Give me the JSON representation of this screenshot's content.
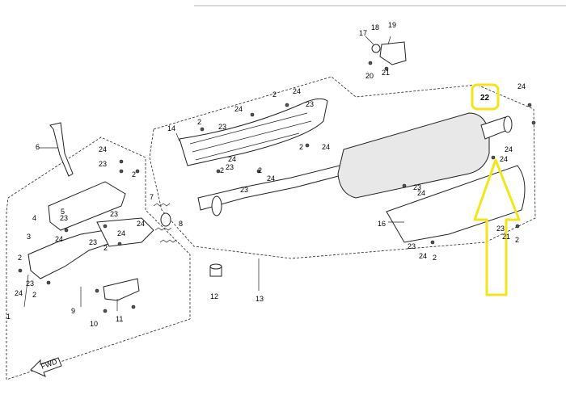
{
  "diagram": {
    "highlight_color": "#f2e61a",
    "highlighted_part": "22",
    "fwd_label": "FWD",
    "callouts": [
      {
        "id": "c1",
        "text": "1"
      },
      {
        "id": "c2a",
        "text": "2"
      },
      {
        "id": "c2b",
        "text": "2"
      },
      {
        "id": "c2c",
        "text": "2"
      },
      {
        "id": "c2d",
        "text": "2"
      },
      {
        "id": "c2e",
        "text": "2"
      },
      {
        "id": "c2f",
        "text": "2"
      },
      {
        "id": "c2g",
        "text": "2"
      },
      {
        "id": "c2h",
        "text": "2"
      },
      {
        "id": "c2i",
        "text": "2"
      },
      {
        "id": "c2j",
        "text": "2"
      },
      {
        "id": "c2k",
        "text": "2"
      },
      {
        "id": "c3",
        "text": "3"
      },
      {
        "id": "c4",
        "text": "4"
      },
      {
        "id": "c5",
        "text": "5"
      },
      {
        "id": "c6",
        "text": "6"
      },
      {
        "id": "c7",
        "text": "7"
      },
      {
        "id": "c8",
        "text": "8"
      },
      {
        "id": "c9",
        "text": "9"
      },
      {
        "id": "c10",
        "text": "10"
      },
      {
        "id": "c11",
        "text": "11"
      },
      {
        "id": "c12",
        "text": "12"
      },
      {
        "id": "c13",
        "text": "13"
      },
      {
        "id": "c14",
        "text": "14"
      },
      {
        "id": "c16",
        "text": "16"
      },
      {
        "id": "c17",
        "text": "17"
      },
      {
        "id": "c18",
        "text": "18"
      },
      {
        "id": "c19",
        "text": "19"
      },
      {
        "id": "c20",
        "text": "20"
      },
      {
        "id": "c21a",
        "text": "21"
      },
      {
        "id": "c21b",
        "text": "21"
      },
      {
        "id": "c22",
        "text": "22"
      },
      {
        "id": "c23a",
        "text": "23"
      },
      {
        "id": "c23b",
        "text": "23"
      },
      {
        "id": "c23c",
        "text": "23"
      },
      {
        "id": "c23d",
        "text": "23"
      },
      {
        "id": "c23e",
        "text": "23"
      },
      {
        "id": "c23f",
        "text": "23"
      },
      {
        "id": "c23g",
        "text": "23"
      },
      {
        "id": "c23h",
        "text": "23"
      },
      {
        "id": "c23i",
        "text": "23"
      },
      {
        "id": "c23j",
        "text": "23"
      },
      {
        "id": "c23k",
        "text": "23"
      },
      {
        "id": "c23l",
        "text": "23"
      },
      {
        "id": "c24a",
        "text": "24"
      },
      {
        "id": "c24b",
        "text": "24"
      },
      {
        "id": "c24c",
        "text": "24"
      },
      {
        "id": "c24d",
        "text": "24"
      },
      {
        "id": "c24e",
        "text": "24"
      },
      {
        "id": "c24f",
        "text": "24"
      },
      {
        "id": "c24g",
        "text": "24"
      },
      {
        "id": "c24h",
        "text": "24"
      },
      {
        "id": "c24i",
        "text": "24"
      },
      {
        "id": "c24j",
        "text": "24"
      },
      {
        "id": "c24k",
        "text": "24"
      },
      {
        "id": "c24l",
        "text": "24"
      },
      {
        "id": "c24m",
        "text": "24"
      },
      {
        "id": "c24n",
        "text": "24"
      },
      {
        "id": "c24o",
        "text": "24"
      }
    ]
  }
}
